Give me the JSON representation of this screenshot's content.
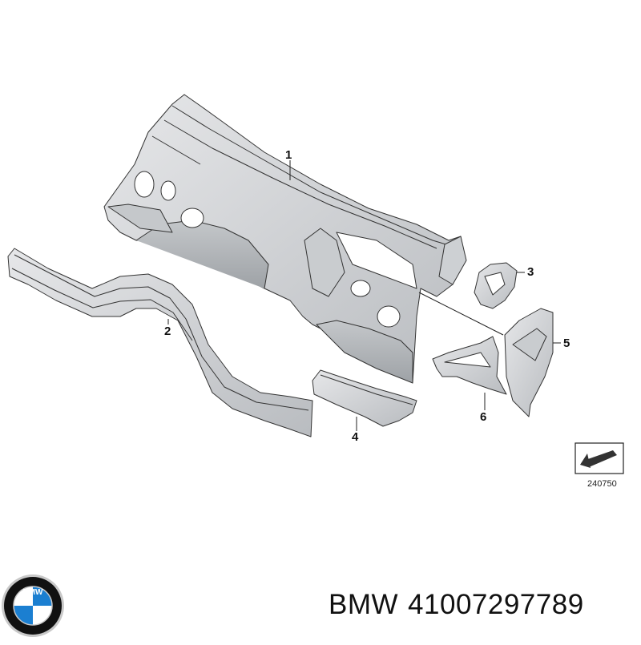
{
  "diagram": {
    "callouts": [
      "1",
      "2",
      "3",
      "4",
      "5",
      "6"
    ],
    "diagram_code": "240750"
  },
  "caption": {
    "brand": "BMW",
    "part_number": "41007297789"
  },
  "logo": {
    "text": "BMW",
    "colors": {
      "ring": "#111111",
      "blue": "#1b7fd1",
      "white": "#ffffff",
      "chrome": "#c8c8c8"
    }
  },
  "colors": {
    "part_fill": "#d4d6d8",
    "part_shade": "#b4b7ba",
    "line": "#333333"
  }
}
